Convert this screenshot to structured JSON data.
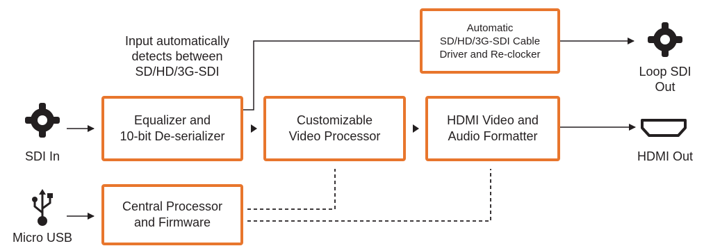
{
  "colors": {
    "box_border": "#e8762d",
    "line": "#231f20",
    "text": "#231f20"
  },
  "input_note": "Input automatically\ndetects between\nSD/HD/3G-SDI",
  "boxes": {
    "cable_driver": "Automatic\nSD/HD/3G-SDI Cable\nDriver and Re-clocker",
    "equalizer": "Equalizer and\n10-bit De-serializer",
    "video_processor": "Customizable\nVideo Processor",
    "hdmi_formatter": "HDMI Video and\nAudio Formatter",
    "central_processor": "Central Processor\nand Firmware"
  },
  "ports": {
    "sdi_in": {
      "label": "SDI In",
      "icon": "bnc-connector-icon"
    },
    "micro_usb": {
      "label": "Micro USB",
      "icon": "usb-icon"
    },
    "loop_sdi_out": {
      "label": "Loop SDI\nOut",
      "icon": "bnc-connector-icon"
    },
    "hdmi_out": {
      "label": "HDMI Out",
      "icon": "hdmi-connector-icon"
    }
  }
}
